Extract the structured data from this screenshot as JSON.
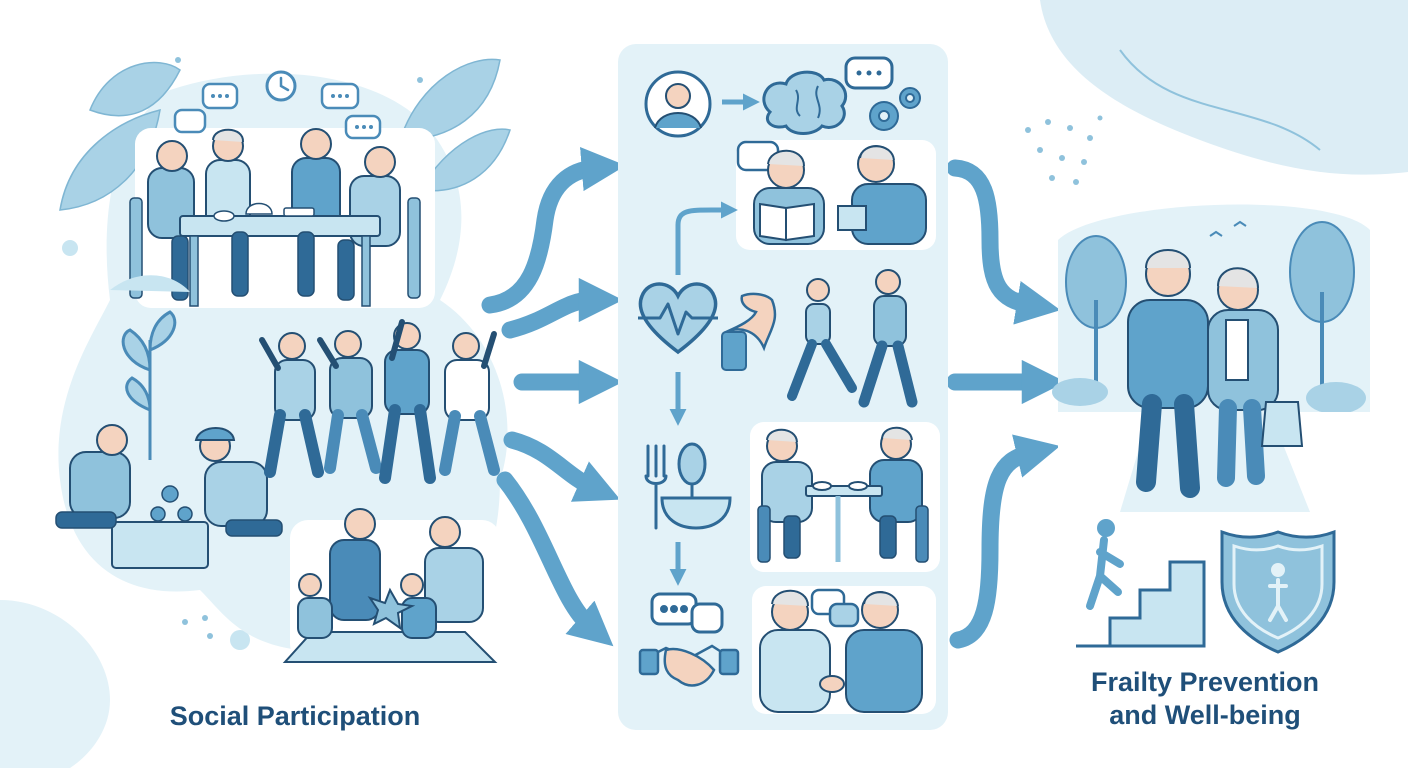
{
  "labels": {
    "social_participation": "Social Participation",
    "outcome_line1": "Frailty Prevention",
    "outcome_line2": "and Well-being"
  },
  "colors": {
    "light": "#e3f2f8",
    "pale": "#c8e5f1",
    "mid": "#8fc2dc",
    "accent": "#5fa3cb",
    "dark": "#4a8bb8",
    "deep": "#2f6a97",
    "outline": "#244f73",
    "skin": "#f4d3bf",
    "hair": "#e4e4e4",
    "label": "#1f4f79"
  },
  "icons": [
    "person-icon",
    "brain-icon",
    "speech-bubble-icon",
    "gear-icon",
    "heart-pulse-icon",
    "muscle-arm-icon",
    "fork-spoon-bowl-icon",
    "chat-bubbles-icon",
    "handshake-icon",
    "stairs-climbing-icon",
    "shield-person-icon",
    "clock-icon"
  ]
}
